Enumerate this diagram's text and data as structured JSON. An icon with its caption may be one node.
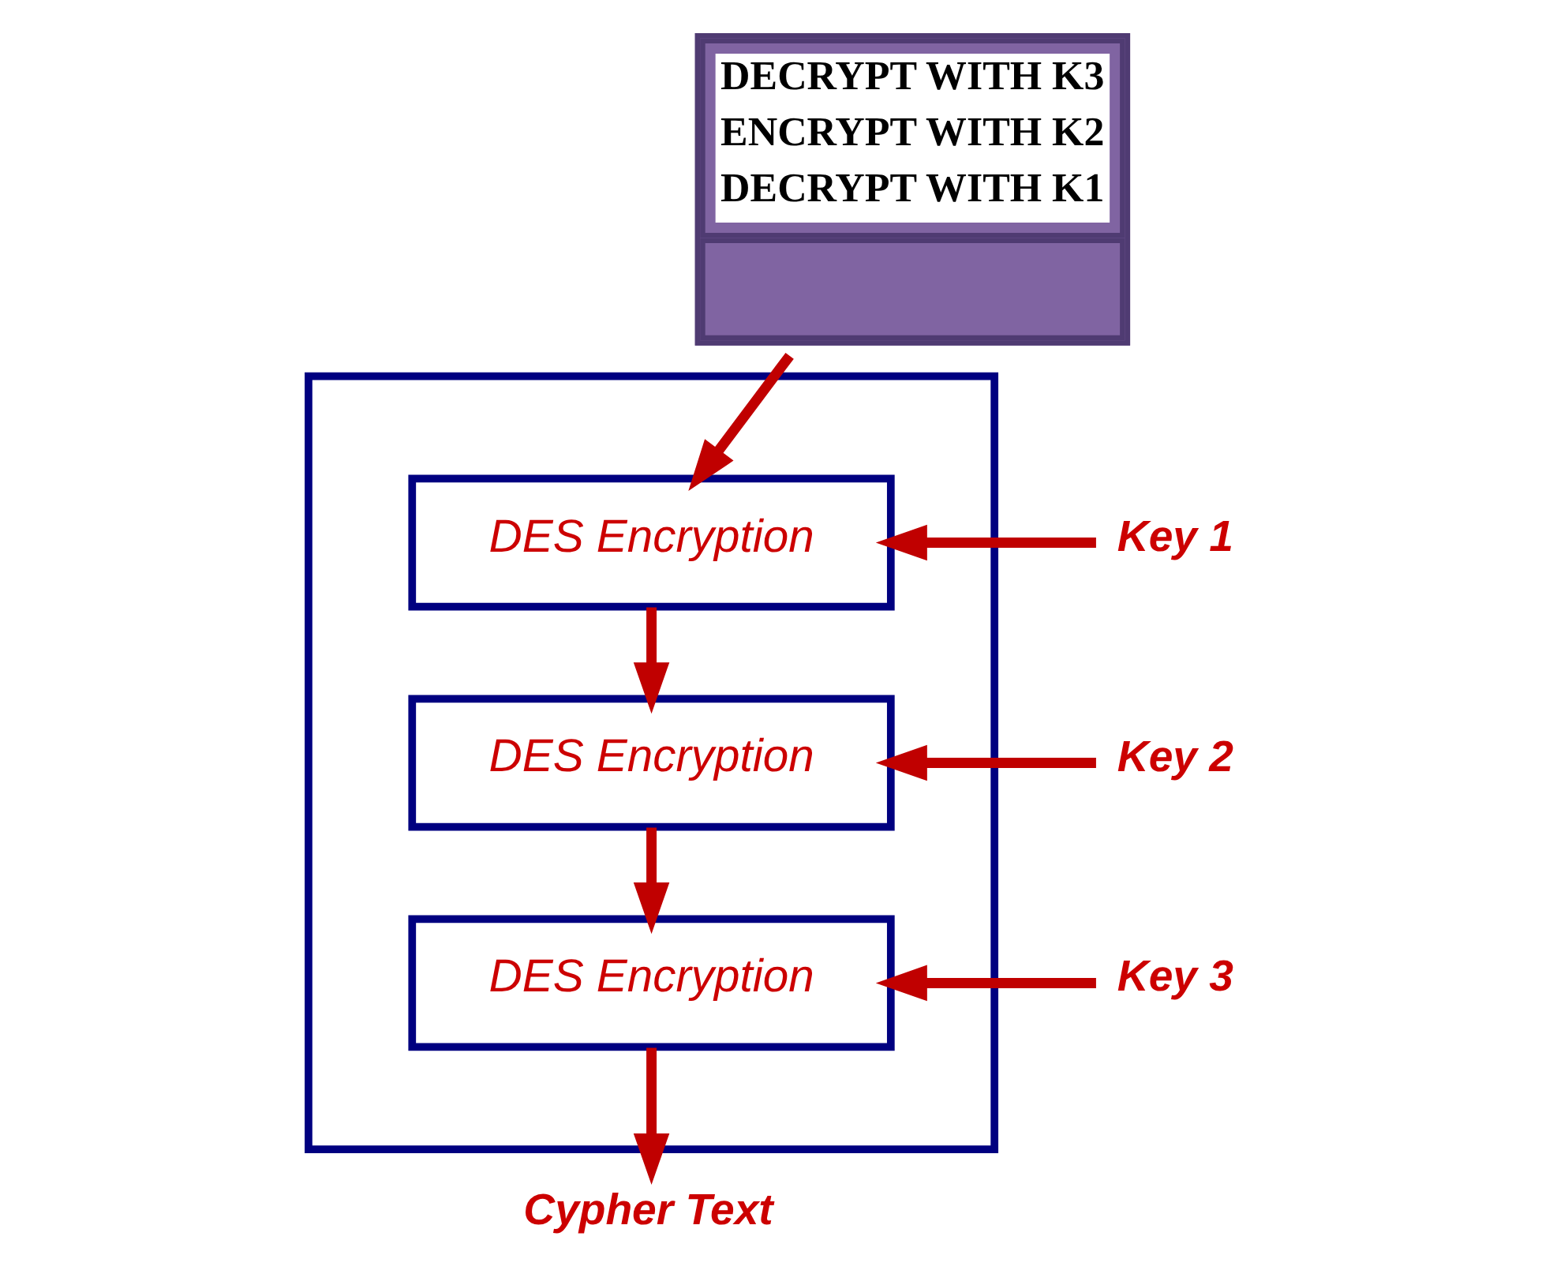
{
  "diagram": {
    "nodes": [
      {
        "text": [
          "DECRYPT WITH K3",
          "ENCRYPT WITH K2",
          "DECRYPT WITH K1"
        ]
      },
      {
        "text": [],
        "shape": "box"
      },
      {
        "text": [
          "DES Encryption"
        ],
        "in": 1
      },
      {
        "text": [
          "DES Encryption"
        ],
        "in": 1
      },
      {
        "text": [
          "DES Encryption"
        ],
        "in": 1
      },
      {
        "text": [
          "Key 1"
        ]
      },
      {
        "text": [
          "Key 2"
        ]
      },
      {
        "text": [
          "Key 3"
        ]
      },
      {
        "text": [
          "Cypher Text"
        ]
      }
    ],
    "edges": [
      {
        "from": 0,
        "to": 2,
        "arrow": "to"
      },
      {
        "from": 2,
        "to": 3,
        "arrow": "to"
      },
      {
        "from": 3,
        "to": 4,
        "arrow": "to"
      },
      {
        "from": 5,
        "to": 2,
        "arrow": "to"
      },
      {
        "from": 6,
        "to": 3,
        "arrow": "to"
      },
      {
        "from": 7,
        "to": 4,
        "arrow": "to"
      },
      {
        "from": 4,
        "to": 8,
        "arrow": "to"
      }
    ]
  }
}
